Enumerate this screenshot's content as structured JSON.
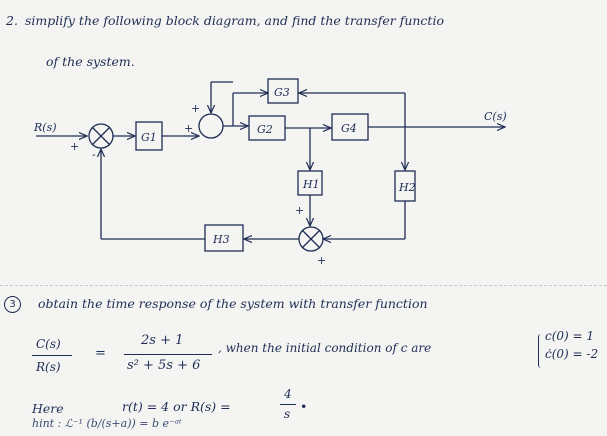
{
  "q2": {
    "number": "2.",
    "line1": "simplify the following block diagram, and find the transfer functio",
    "line2": "of the system."
  },
  "diagram": {
    "input": "R(s)",
    "output": "C(s)",
    "blocks": [
      "G1",
      "G2",
      "G3",
      "G4",
      "H1",
      "H2",
      "H3"
    ],
    "signs": [
      "+",
      "-",
      "+",
      "+",
      "+",
      "+"
    ]
  },
  "q3": {
    "number": "3",
    "text": "obtain the time response of the system with transfer function",
    "tf_lhs_num": "C(s)",
    "tf_lhs_den": "R(s)",
    "equals": "=",
    "tf_rhs_num": "2s + 1",
    "tf_rhs_den": "s² + 5s + 6",
    "condition_text": ", when the initial condition of c are",
    "cond1": "c(0) = 1",
    "cond2": "ċ(0) = -2",
    "here_label": "Here",
    "r_of_t": "r(t) = 4  or  R(s) =",
    "rs_num": "4",
    "rs_den": "s",
    "hint": "hint :  ℒ⁻¹ (b/(s+a)) = b e⁻ᵃᵗ"
  }
}
